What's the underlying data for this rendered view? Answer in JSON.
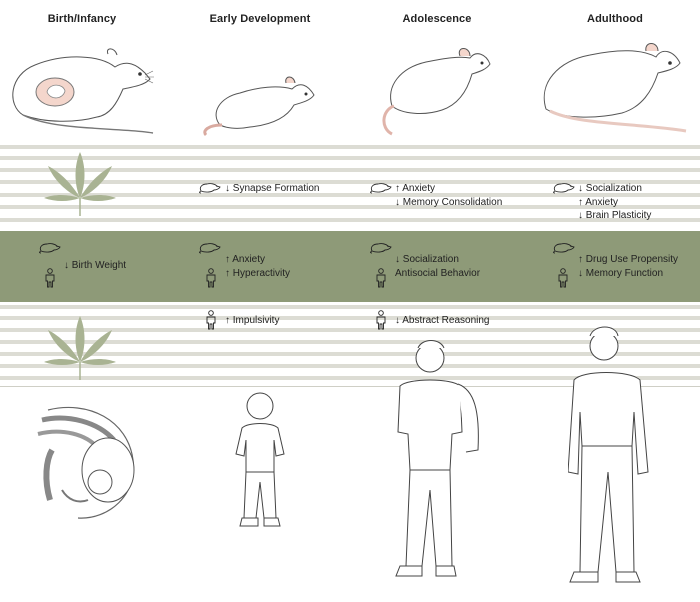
{
  "stages": [
    {
      "title": "Birth/Infancy"
    },
    {
      "title": "Early Development"
    },
    {
      "title": "Adolescence"
    },
    {
      "title": "Adulthood"
    }
  ],
  "upper_band": {
    "early_development": [
      "↓ Synapse Formation"
    ],
    "adolescence": [
      "↑ Anxiety",
      "↓ Memory Consolidation"
    ],
    "adulthood": [
      "↓ Socialization",
      "↑ Anxiety",
      "↓ Brain Plasticity"
    ]
  },
  "green_band": {
    "birth_infancy": [
      "↓ Birth Weight"
    ],
    "early_development": [
      "↑ Anxiety",
      "↑ Hyperactivity"
    ],
    "adolescence": [
      "↓ Socialization",
      "Antisocial Behavior"
    ],
    "adulthood": [
      "↑ Drug Use Propensity",
      "↓ Memory Function"
    ]
  },
  "lower_band": {
    "early_development": [
      "↑ Impulsivity"
    ],
    "adolescence": [
      "↓ Abstract Reasoning"
    ]
  },
  "icons": [
    "rat-icon",
    "person-icon",
    "cannabis-leaf-icon"
  ],
  "colors": {
    "green_band": "#8e9a78",
    "stripe": "#dcdcd4",
    "leaf": "#a9b393",
    "rat_tail": "#e8c9c0"
  }
}
